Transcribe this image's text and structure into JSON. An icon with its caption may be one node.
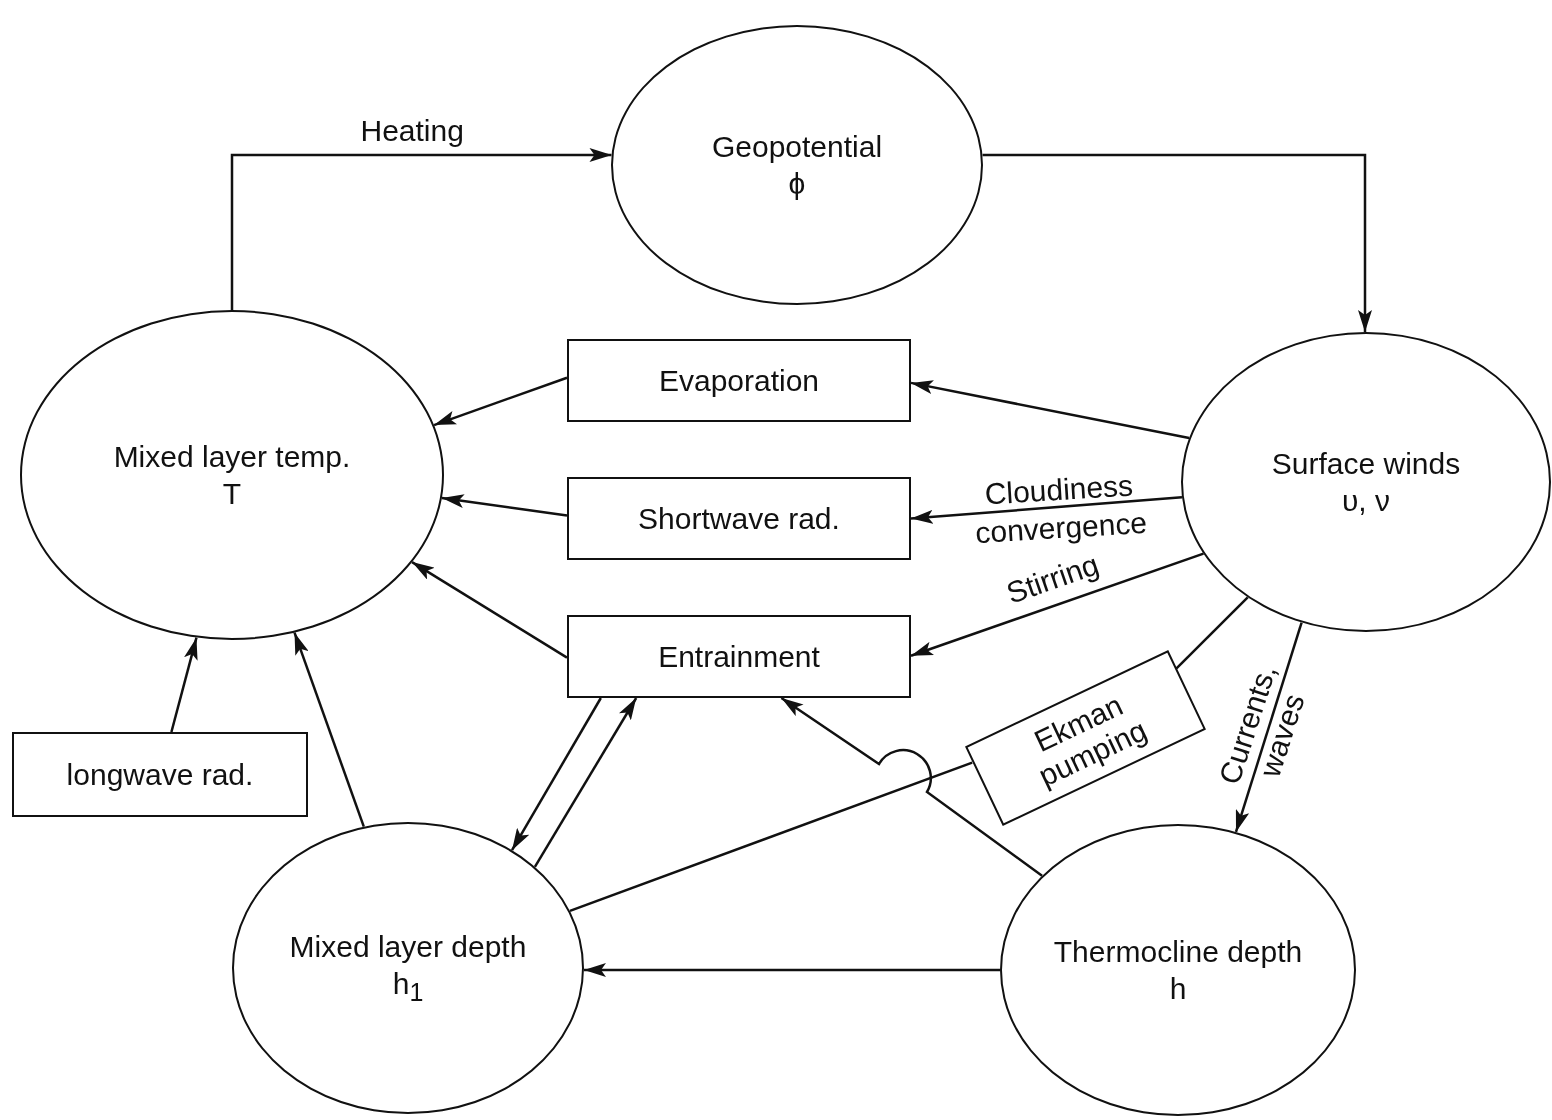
{
  "diagram": {
    "nodes": [
      {
        "text": [
          "Geopotential",
          "ϕ"
        ]
      },
      {
        "text": [
          "Mixed layer temp.",
          "T"
        ]
      },
      {
        "text": [
          "Evaporation"
        ]
      },
      {
        "text": [
          "Surface winds",
          "υ, ν"
        ]
      },
      {
        "text": [
          "Shortwave rad."
        ]
      },
      {
        "text": [
          "Entrainment"
        ]
      },
      {
        "text": [
          "Ekman pumping"
        ]
      },
      {
        "text": [
          "longwave rad."
        ]
      },
      {
        "text": [
          "Mixed layer depth",
          "h$_{1}$"
        ]
      },
      {
        "text": [
          "Thermocline depth",
          "h"
        ]
      }
    ],
    "edges": [
      {
        "from": 1,
        "to": 0,
        "arrow": "to",
        "label": "Heating"
      },
      {
        "from": 0,
        "to": 3,
        "arrow": "to"
      },
      {
        "from": 3,
        "to": 2,
        "arrow": "to"
      },
      {
        "from": 2,
        "to": 1,
        "arrow": "to"
      },
      {
        "from": 3,
        "to": 4,
        "arrow": "to",
        "label": "Cloudiness convergence"
      },
      {
        "from": 4,
        "to": 1,
        "arrow": "to"
      },
      {
        "from": 3,
        "to": 5,
        "arrow": "to",
        "label": "Stirring"
      },
      {
        "from": 5,
        "to": 1,
        "arrow": "to"
      },
      {
        "from": 3,
        "to": 6,
        "arrow": "none"
      },
      {
        "from": 3,
        "to": 9,
        "arrow": "to",
        "label": "Currents, waves"
      },
      {
        "from": 6,
        "to": 8,
        "arrow": "none"
      },
      {
        "from": 9,
        "to": 5,
        "arrow": "to"
      },
      {
        "from": 5,
        "to": 8,
        "arrow": "to"
      },
      {
        "from": 8,
        "to": 5,
        "arrow": "to"
      },
      {
        "from": 9,
        "to": 8,
        "arrow": "to"
      },
      {
        "from": 7,
        "to": 1,
        "arrow": "to"
      },
      {
        "from": 8,
        "to": 1,
        "arrow": "to"
      }
    ]
  }
}
